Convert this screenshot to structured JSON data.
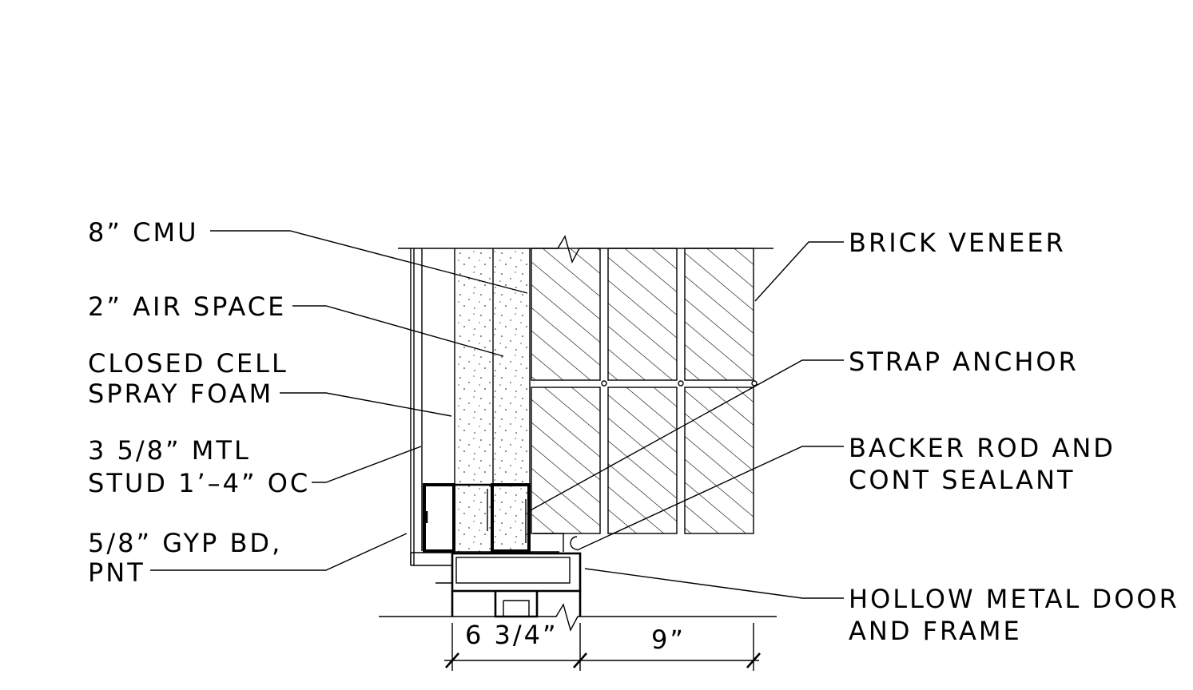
{
  "labels_left": [
    {
      "id": "cmu",
      "lines": [
        "8” CMU"
      ]
    },
    {
      "id": "air-space",
      "lines": [
        "2” AIR SPACE"
      ]
    },
    {
      "id": "spray-foam",
      "lines": [
        "CLOSED CELL",
        "SPRAY FOAM"
      ]
    },
    {
      "id": "metal-stud",
      "lines": [
        "3 5/8” MTL",
        "STUD 1’–4” OC"
      ]
    },
    {
      "id": "gyp-board",
      "lines": [
        "5/8” GYP BD,",
        "PNT"
      ]
    }
  ],
  "labels_right": [
    {
      "id": "brick-veneer",
      "lines": [
        "BRICK VENEER"
      ]
    },
    {
      "id": "strap-anchor",
      "lines": [
        "STRAP ANCHOR"
      ]
    },
    {
      "id": "backer-rod",
      "lines": [
        "BACKER ROD AND",
        "CONT SEALANT"
      ]
    },
    {
      "id": "door-frame",
      "lines": [
        "HOLLOW METAL DOOR",
        "AND FRAME"
      ]
    }
  ],
  "dimensions": [
    {
      "id": "dim-wall",
      "text": "6 3/4”"
    },
    {
      "id": "dim-brick",
      "text": "9”"
    }
  ]
}
